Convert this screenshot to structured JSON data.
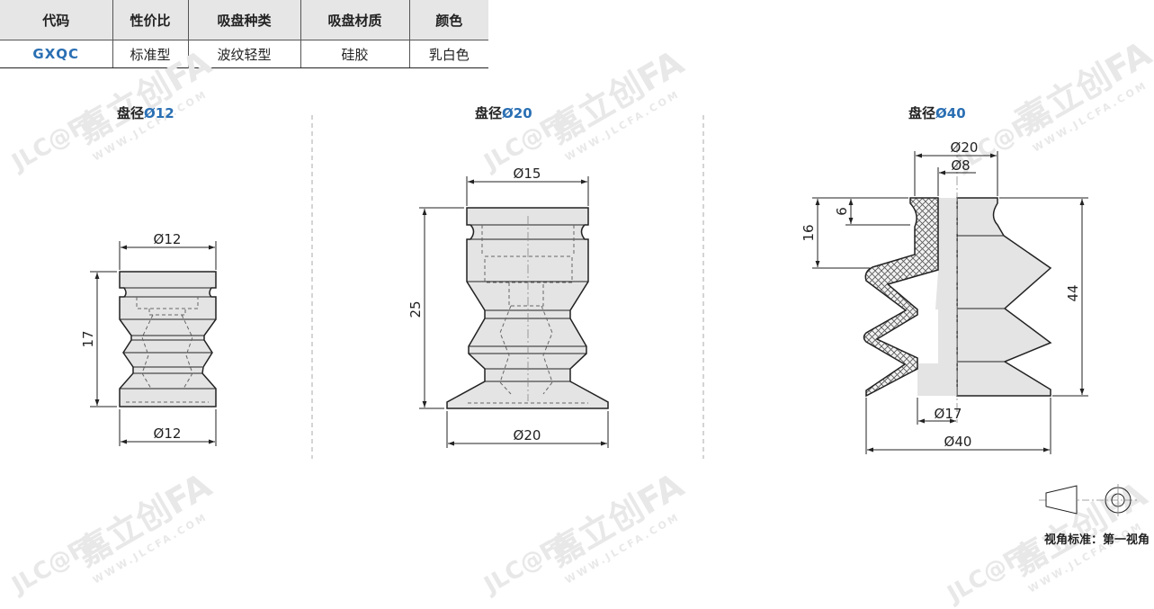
{
  "spec_table": {
    "headers": [
      "代码",
      "性价比",
      "吸盘种类",
      "吸盘材质",
      "颜色"
    ],
    "row": [
      "GXQC",
      "标准型",
      "波纹轻型",
      "硅胶",
      "乳白色"
    ]
  },
  "watermark": {
    "brand_cn": "嘉立创FA",
    "brand_en": "JLC@FA",
    "url": "WWW.JLCFA.COM"
  },
  "views": [
    {
      "label_prefix": "盘径",
      "label_value": "Ø12",
      "dims": {
        "top_width": "Ø12",
        "bottom_width": "Ø12",
        "height": "17"
      }
    },
    {
      "label_prefix": "盘径",
      "label_value": "Ø20",
      "dims": {
        "top_width": "Ø15",
        "bottom_width": "Ø20",
        "height": "25"
      }
    },
    {
      "label_prefix": "盘径",
      "label_value": "Ø40",
      "dims": {
        "outer_top": "Ø20",
        "inner_top": "Ø8",
        "neck_height": "6",
        "upper_height": "16",
        "total_height": "44",
        "inner_bottom": "Ø17",
        "bottom_width": "Ø40"
      }
    }
  ],
  "projection_note": "视角标准：第一视角",
  "colors": {
    "accent": "#2a6fb3",
    "body_fill": "#e4e4e4",
    "header_fill": "#e6e6e6"
  }
}
